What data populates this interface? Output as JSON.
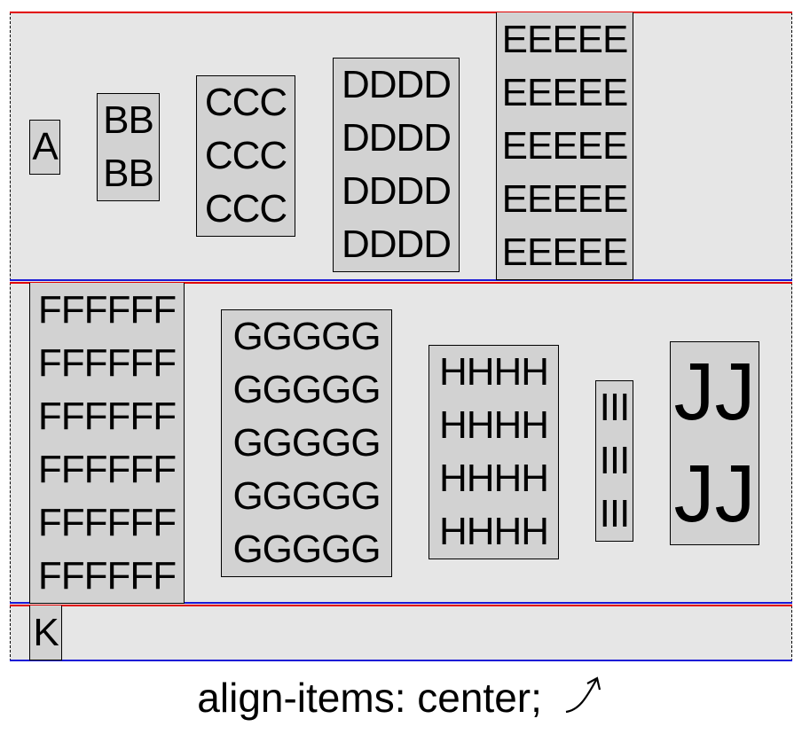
{
  "caption": "align-items: center;",
  "colors": {
    "container_background": "#e6e6e6",
    "item_background": "#d2d2d2",
    "line_cross_start": "#e10000",
    "line_cross_end": "#1a1ad6"
  },
  "icons": {
    "caption_icon": "curved-arrow-up-right-icon"
  },
  "rows": [
    {
      "items": [
        {
          "letter": "A",
          "lines": [
            "A"
          ]
        },
        {
          "letter": "B",
          "lines": [
            "BB",
            "BB"
          ]
        },
        {
          "letter": "C",
          "lines": [
            "CCC",
            "CCC",
            "CCC"
          ]
        },
        {
          "letter": "D",
          "lines": [
            "DDDD",
            "DDDD",
            "DDDD",
            "DDDD"
          ]
        },
        {
          "letter": "E",
          "lines": [
            "EEEEE",
            "EEEEE",
            "EEEEE",
            "EEEEE",
            "EEEEE"
          ]
        }
      ]
    },
    {
      "items": [
        {
          "letter": "F",
          "lines": [
            "FFFFFF",
            "FFFFFF",
            "FFFFFF",
            "FFFFFF",
            "FFFFFF",
            "FFFFFF"
          ]
        },
        {
          "letter": "G",
          "lines": [
            "GGGGG",
            "GGGGG",
            "GGGGG",
            "GGGGG",
            "GGGGG"
          ]
        },
        {
          "letter": "H",
          "lines": [
            "HHHH",
            "HHHH",
            "HHHH",
            "HHHH"
          ]
        },
        {
          "letter": "I",
          "lines": [
            "III",
            "III",
            "III"
          ]
        },
        {
          "letter": "J",
          "lines": [
            "JJ",
            "JJ"
          ]
        }
      ]
    },
    {
      "items": [
        {
          "letter": "K",
          "lines": [
            "K"
          ]
        }
      ]
    }
  ]
}
